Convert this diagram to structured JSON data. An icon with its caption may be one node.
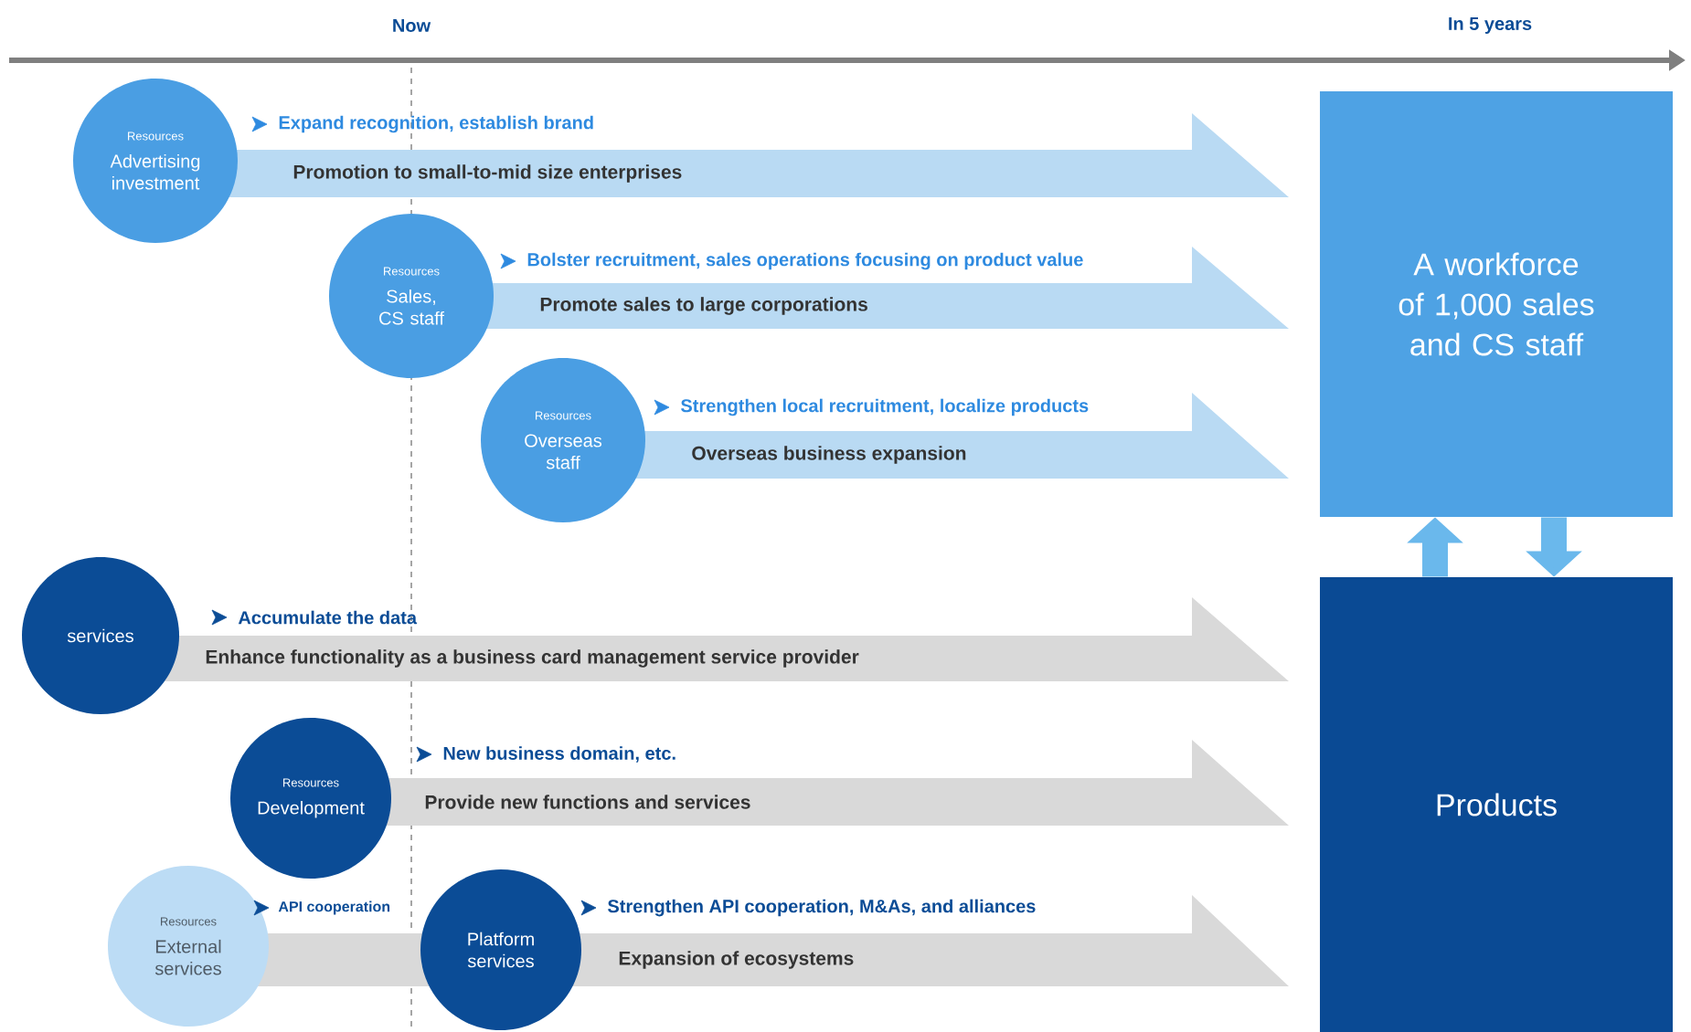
{
  "diagram": {
    "nodes": [
      {
        "text": [
          "Resources",
          "Advertising investment"
        ]
      },
      {
        "text": [
          "Expand recognition, establish brand",
          "Promotion to small-to-mid size enterprises"
        ]
      },
      {
        "text": [
          "Resources",
          "Sales, CS staff"
        ]
      },
      {
        "text": [
          "Bolster recruitment, sales operations focusing on product value",
          "Promote sales to large corporations"
        ]
      },
      {
        "text": [
          "Resources",
          "Overseas staff"
        ]
      },
      {
        "text": [
          "Strengthen local recruitment, localize products",
          "Overseas business expansion"
        ]
      },
      {
        "text": [
          "A workforce of 1,000 sales and CS staff"
        ]
      },
      {
        "text": [
          "Products"
        ]
      },
      {
        "text": [
          "services"
        ]
      },
      {
        "text": [
          "Accumulate the data",
          "Enhance functionality as a business card management service provider"
        ]
      },
      {
        "text": [
          "Resources",
          "Development"
        ]
      },
      {
        "text": [
          "New business domain, etc.",
          "Provide new functions and services"
        ]
      },
      {
        "text": [
          "Resources",
          "External services"
        ]
      },
      {
        "text": [
          "Strengthen API cooperation, M&As, and alliances",
          "Expansion of ecosystems"
        ]
      },
      {
        "text": [
          "Platform services"
        ]
      }
    ],
    "edges": [
      {
        "from": 7,
        "to": 6,
        "arrow": "to"
      },
      {
        "from": 6,
        "to": 7,
        "arrow": "to"
      }
    ],
    "labels": [
      "Now",
      "In 5 years",
      "API cooperation"
    ]
  }
}
